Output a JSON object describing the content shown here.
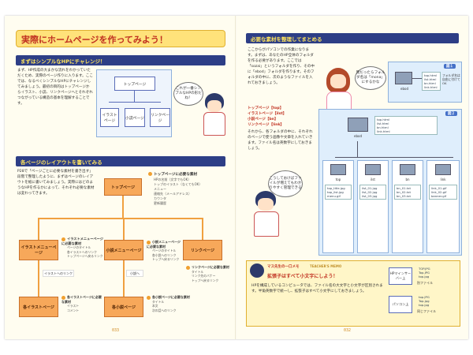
{
  "left": {
    "title": "実際にホームページを作ってみよう！",
    "section1": "まずはシンプルなHPにチャレンジ！",
    "section1_text": "まず、HP作成の大まかな流れをわかっていただくため、実際のページ作りに入ります。ここでは、なるべくシンプルなHPにチャレンジしてみましょう。最初の目的はトップページからイラスト、小説、リンクページへとそれぞれつながっている構造の基本を理解することです。",
    "diagram1": {
      "top": "トップページ",
      "children": [
        "イラストページ",
        "小説ページ",
        "リンクページ"
      ]
    },
    "bubble1": "これが一番シンプルなHPの形だね！",
    "section2": "各ページのレイアウトを書いてみる",
    "section2_text": "P28で「ページごとに必要な素材を書き出す」段階で整理したように、まずはページのレイアウトを紙に書いてみましょう。実際にはどのようなHPを作るかによって、それぞれ必要な素材は変わってきます。",
    "layout": {
      "top": "トップページ",
      "illust_menu": "イラストメニューページ",
      "novel_menu": "小説メニューページ",
      "link": "リンクページ",
      "illust_page": "各イラストページ",
      "novel_page": "各小説ページ",
      "link_label": "イラストへのリンク",
      "novel_link_label": "小説へ"
    },
    "notes": {
      "top_title": "トップページに必要な素材",
      "top_items": [
        "HPの名前（文字でもOK）",
        "トップのイラスト（なくてもOK）",
        "メニュー",
        "連絡先（メールアドレス）",
        "カウンタ",
        "更新履歴"
      ],
      "illust_title": "イラストメニューページに必要な素材",
      "illust_items": [
        "ページのタイトル",
        "各イラストへのリンク",
        "トップページへ戻るリンク"
      ],
      "novel_title": "小説メニューページに必要な素材",
      "novel_items": [
        "ページのタイトル",
        "各小説へのリンク",
        "トップへ戻るリンク"
      ],
      "link_title": "リンクページに必要な素材",
      "link_items": [
        "タイトル",
        "リンク先のバナー",
        "トップへ戻るリンク"
      ],
      "illustpage_title": "各イラストページに必要な素材",
      "illustpage_items": [
        "イラスト",
        "コメント"
      ],
      "novelpage_title": "各小説ページに必要な素材",
      "novelpage_items": [
        "タイトル",
        "本文",
        "次の話へのリンク"
      ]
    },
    "page_number": "033"
  },
  "right": {
    "section": "必要な素材を整理してまとめる",
    "text": "ここからがパソコンでの作業になります。まずは、あなたのHP全体のフォルダを作る必要があります。ここでは「sozai」というフォルダを作り、その中に「ebod」フォルダを作ります。そのフォルダの中に、次のようなファイルを入れておきましょう。",
    "items": [
      "トップページ【top】",
      "イラストページ【ilst】",
      "小説ページ【bn】",
      "リンクページ【link】"
    ],
    "text2": "それから、各フォルダの中に、それぞれのページで使う画像や文章を入れていきます。ファイル名は英数字にしておきましょう。",
    "bubble_top": "我だったらフォルダ名は「mona」にするかな",
    "bubble_mid": "こうしておけばファイルが増えてもわかりやすく管理できる",
    "fig1_label": "図１",
    "fig2_label": "図２",
    "folder_name": "ebod",
    "folder_caption": "フォルダ名は自由に付けてOK",
    "fig1_items": [
      "top.html",
      "ilst.html",
      "bn.html",
      "link.html"
    ],
    "sub_folders": [
      "top",
      "ilst",
      "bn",
      "link"
    ],
    "sub_files": [
      [
        "top_title.jpg",
        "top_ilst.jpg",
        "menu.gif"
      ],
      [
        "ilst_01.jpg",
        "ilst_02.jpg",
        "ilst_03.jpg"
      ],
      [
        "bn_01.txt",
        "bn_02.txt",
        "bn_03.txt"
      ],
      [
        "link_01.gif",
        "link_02.gif",
        "banner.gif"
      ]
    ],
    "memo_label": "マス先生の一口メモ",
    "memo_tag": "TEACHER'S MEMO",
    "memo_title": "拡張子はすべて小文字にしよう！",
    "memo_text": "HPを構成しているコンピュータでは、ファイル名の大文字と小文字が区別されます。半角英数字で統一し、拡張子はすべて小文字にしておきましょう。",
    "hp_box": "HPマインサーバー上",
    "pc_box": "パソコン上",
    "hp_files": [
      "TOP.JPG",
      "Top.JPG",
      "top.jpg"
    ],
    "pc_files": [
      "top.JPG",
      "Top.jpg",
      "top.jpg"
    ],
    "hp_caption": "別ファイル",
    "pc_caption": "同じファイル",
    "page_number": "032"
  },
  "colors": {
    "accent": "#2d3e86",
    "title": "#c03020",
    "orange": "#f7a85a",
    "yellow": "#ffe27a"
  }
}
